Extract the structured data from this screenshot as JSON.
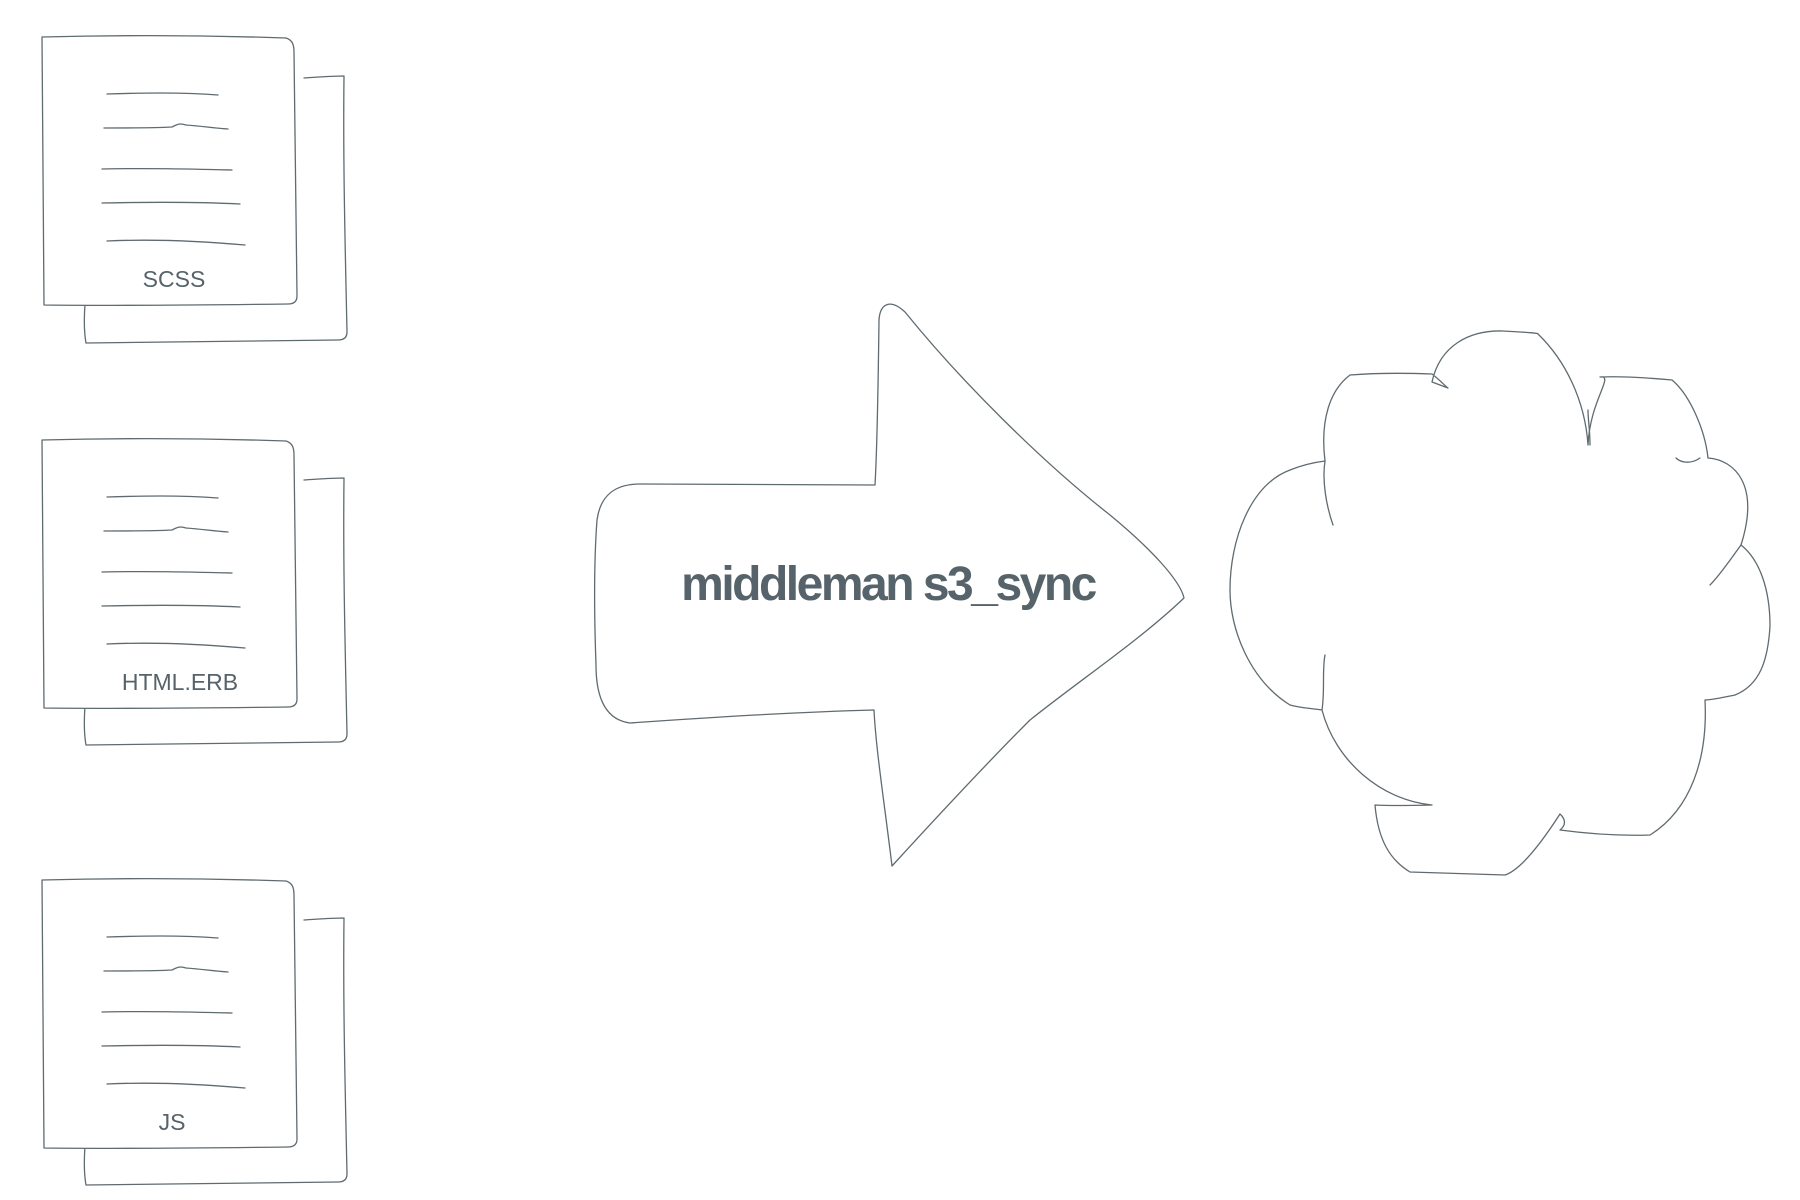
{
  "documents": [
    {
      "label": "SCSS"
    },
    {
      "label": "HTML.ERB"
    },
    {
      "label": "JS"
    }
  ],
  "arrow": {
    "label": "middleman s3_sync"
  },
  "cloud": {
    "icon": "cloud-icon"
  },
  "colors": {
    "stroke": "#5f6b70",
    "text": "#56636a",
    "background": "#ffffff"
  }
}
